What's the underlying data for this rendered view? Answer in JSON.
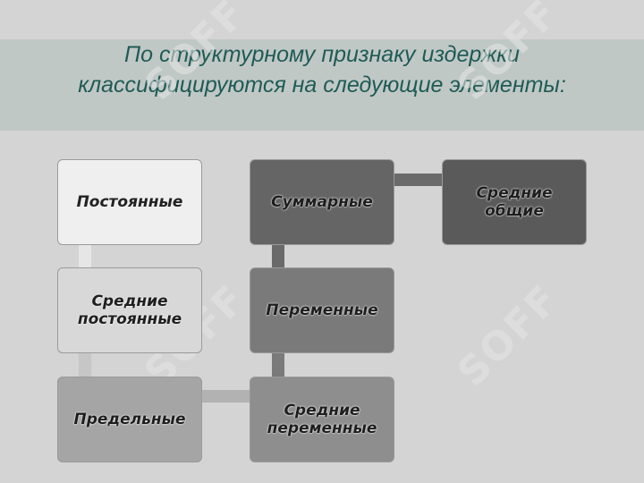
{
  "title": {
    "line1": "По структурному признаку издержки",
    "line2": "классифицируются на следующие элементы:"
  },
  "watermark": {
    "text": "SOFF",
    "color": "#e6e6e6"
  },
  "nodes": {
    "postoyannye": {
      "label_lines": [
        "Постоянные"
      ]
    },
    "srednie_postoyannye": {
      "label_lines": [
        "Средние",
        "постоянные"
      ]
    },
    "predelnye": {
      "label_lines": [
        "Предельные"
      ]
    },
    "summarnye": {
      "label_lines": [
        "Суммарные"
      ]
    },
    "peremennye": {
      "label_lines": [
        "Переменные"
      ]
    },
    "srednie_peremennye": {
      "label_lines": [
        "Средние",
        "переменные"
      ]
    },
    "srednie_obshchie": {
      "label_lines": [
        "Средние",
        "общие"
      ]
    }
  },
  "colors": {
    "title_text": "#1f5b55",
    "title_band": "#c0c8c6",
    "background": "#d4d4d4"
  }
}
